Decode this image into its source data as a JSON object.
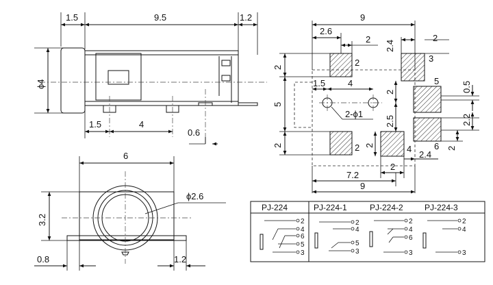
{
  "side_view": {
    "dim_left": "1.5",
    "dim_length": "9.5",
    "dim_right": "1.2",
    "dim_diameter": "ϕ4",
    "dim_pin_offset": "1.5",
    "dim_pin_pitch": "4",
    "dim_tail": "0.6"
  },
  "front_view": {
    "dim_width": "6",
    "dim_bore": "ϕ2.6",
    "dim_height": "3.2",
    "dim_tab_left": "0.8",
    "dim_tab_right": "1.2"
  },
  "footprint": {
    "dim_total_top": "9",
    "dim_pad_x": "2.6",
    "dim_pad_w_top": "2",
    "dim_pad_h_top": "2.4",
    "dim_left_pad_h_top": "2",
    "dim_hole_x": "1.5",
    "dim_hole_pitch": "4",
    "dim_gap_mid": "2",
    "dim_hole_y": "5",
    "dim_pad5_offset": "0.5",
    "dim_pad5_h": "2.2",
    "dim_pad6_h": "2",
    "dim_left_pad_h_bottom": "2",
    "dim_pad_gap": "2.5",
    "dim_pad4_h": "2",
    "dim_pad_w_bottom": "2",
    "dim_pad6_x": "2.4",
    "dim_total_span": "7.2",
    "dim_total_bottom": "9",
    "hole_label": "2-ϕ1",
    "pad_labels": [
      "2",
      "3",
      "5",
      "4",
      "6"
    ]
  },
  "variants": {
    "headers": [
      "PJ-224",
      "PJ-224-1",
      "PJ-224-2",
      "PJ-224-3"
    ],
    "pins": [
      [
        "2",
        "4",
        "6",
        "5",
        "3"
      ],
      [
        "2",
        "4",
        "5",
        "3"
      ],
      [
        "2",
        "4",
        "6",
        "3"
      ],
      [
        "2",
        "4",
        "3"
      ]
    ]
  }
}
